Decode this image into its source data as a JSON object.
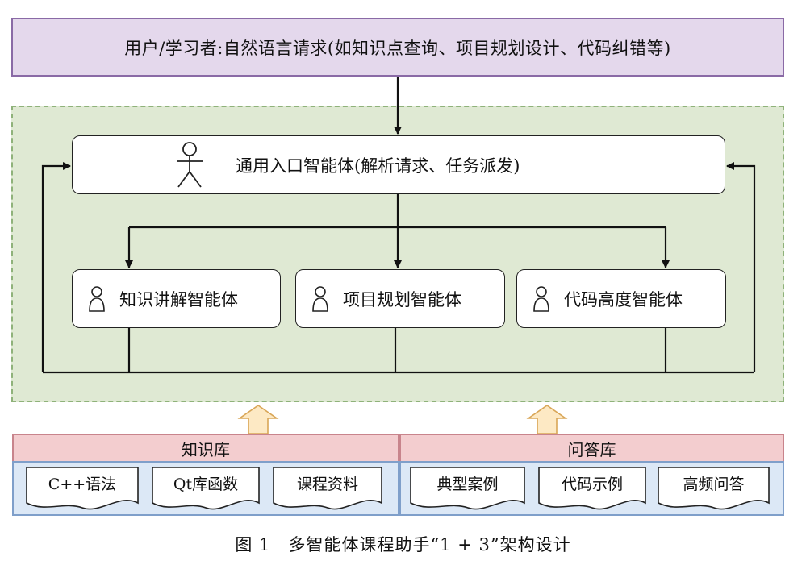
{
  "user": {
    "text": "用户/学习者:自然语言请求(如知识点查询、项目规划设计、代码纠错等)"
  },
  "entry_agent": {
    "label": "通用入口智能体(解析请求、任务派发)",
    "icon": "stick-figure-icon"
  },
  "agents": [
    {
      "label": "知识讲解智能体",
      "icon": "person-icon"
    },
    {
      "label": "项目规划智能体",
      "icon": "person-icon"
    },
    {
      "label": "代码高度智能体",
      "icon": "person-icon"
    }
  ],
  "libraries": {
    "knowledge": {
      "title": "知识库",
      "docs": [
        "C++语法",
        "Qt库函数",
        "课程资料"
      ]
    },
    "qa": {
      "title": "问答库",
      "docs": [
        "典型案例",
        "代码示例",
        "高频问答"
      ]
    }
  },
  "caption": "图 1　多智能体课程助手“1 + 3”架构设计",
  "colors": {
    "user_fill": "#e4d8ec",
    "system_fill": "#dfe9d3",
    "library_header_fill": "#f3cdcf",
    "library_body_fill": "#dce8f6",
    "upload_arrow_fill": "#fde9c4"
  }
}
